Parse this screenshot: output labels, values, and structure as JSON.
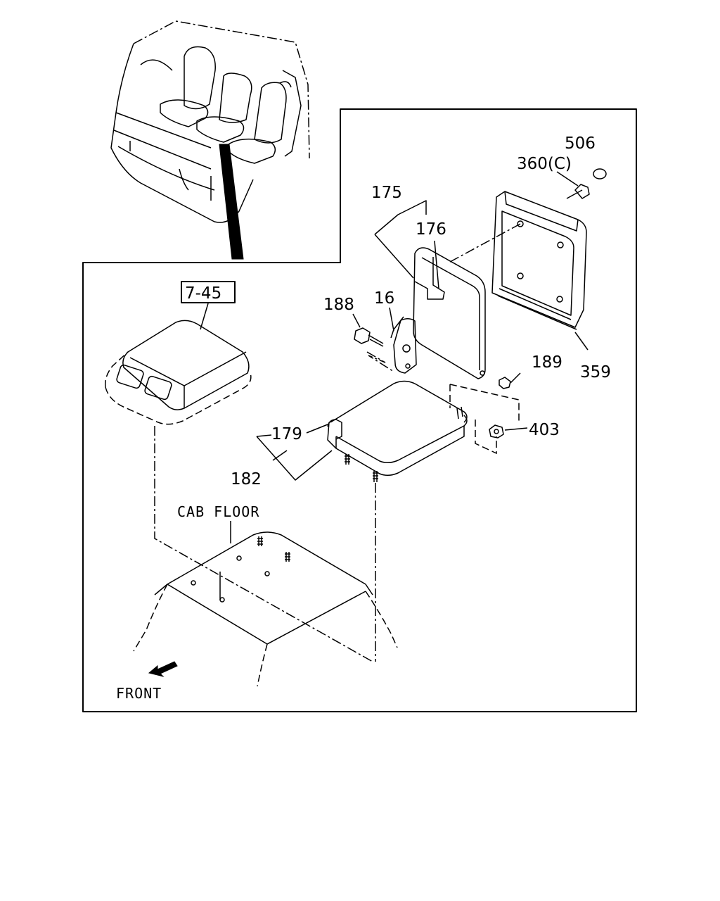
{
  "diagram": {
    "reference_box": "7-45",
    "callouts": {
      "p506": "506",
      "p360": "360(C)",
      "p175": "175",
      "p176": "176",
      "p188": "188",
      "p16": "16",
      "p189": "189",
      "p359": "359",
      "p403": "403",
      "p179": "179",
      "p182": "182"
    },
    "cab_floor_label": "CAB FLOOR",
    "front_label": "FRONT"
  }
}
